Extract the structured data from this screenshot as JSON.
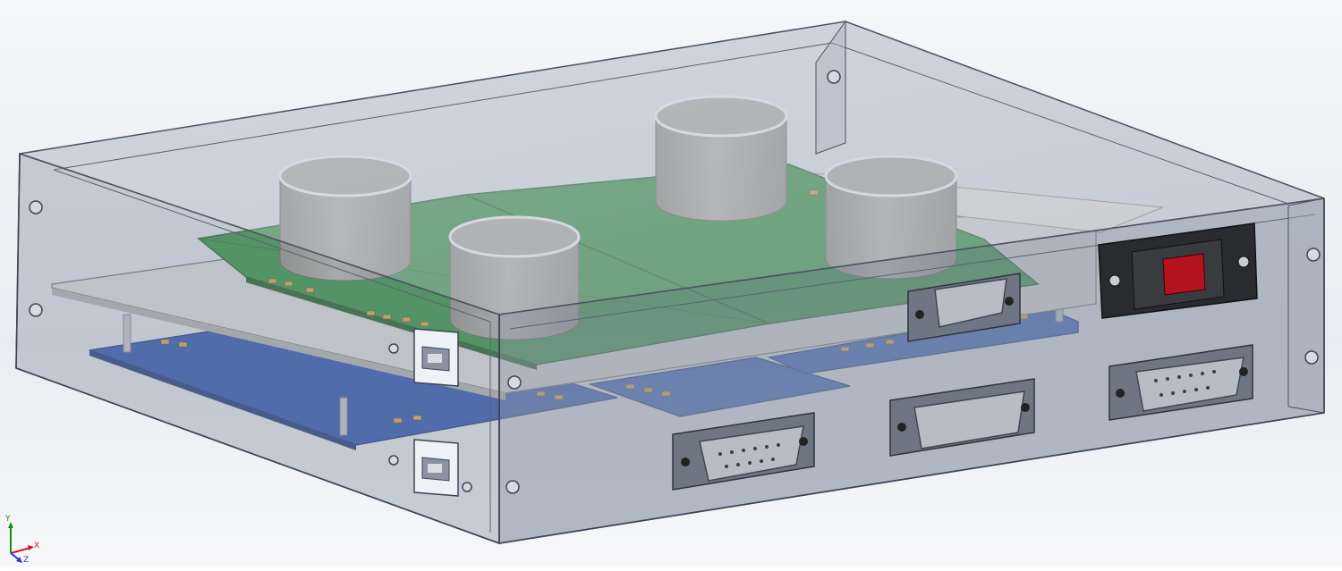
{
  "viewport": {
    "colors": {
      "enclosure_fill": "#9aa3b2",
      "enclosure_edge": "#4a5262",
      "pcb_green": "#2f8a3c",
      "pcb_blue": "#2a4fa8",
      "mount_plate": "#cfd0d0",
      "capacitor": "#9d9a94",
      "switch_red": "#b3121f",
      "connector_metal": "#b8bcc4"
    },
    "icons": {
      "triad": "coordinate-triad-icon"
    }
  },
  "triad": {
    "y_label": "Y",
    "x_label": "X",
    "z_label": "Z"
  }
}
